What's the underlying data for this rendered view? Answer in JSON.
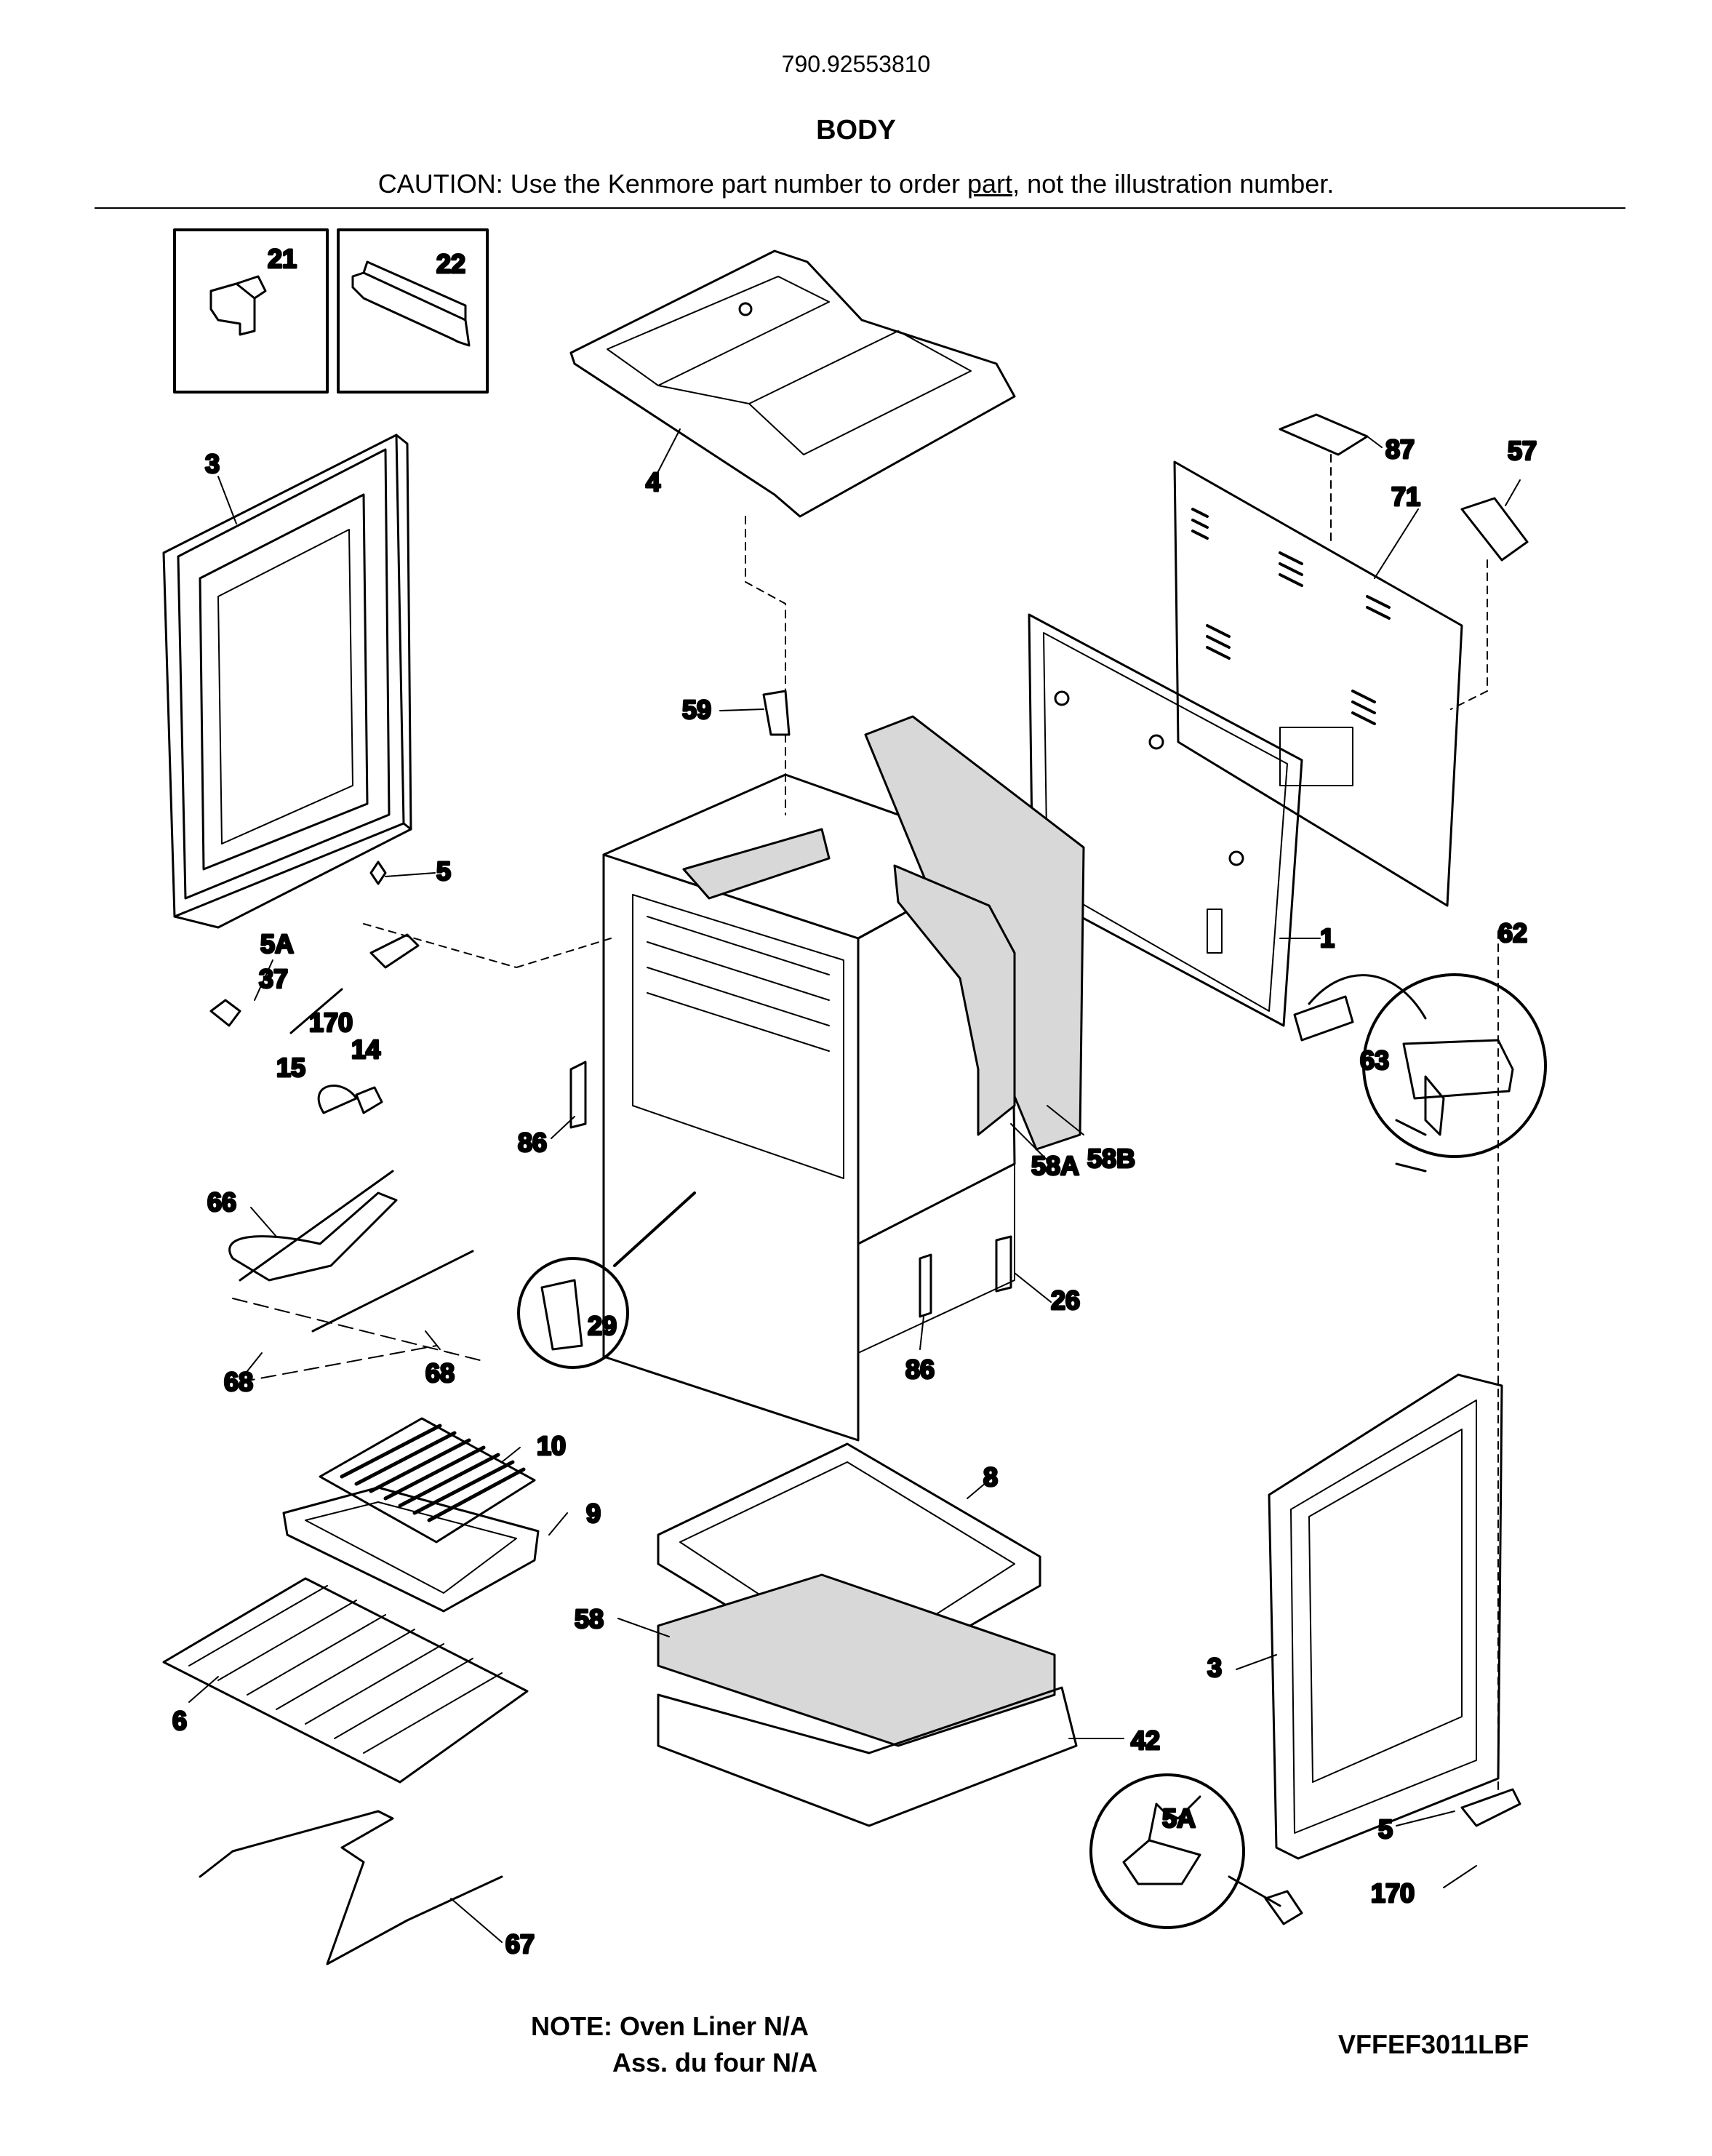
{
  "header": {
    "model_number": "790.92553810",
    "title": "BODY",
    "caution_before": "CAUTION: Use the Kenmore part number to order ",
    "caution_underlined": "part",
    "caution_after": ", not the illustration number."
  },
  "footer": {
    "note_line1": "NOTE: Oven Liner N/A",
    "note_line2": "Ass. du four N/A",
    "diagram_code": "VFFEF3011LBF"
  },
  "callouts": {
    "c21": "21",
    "c22": "22",
    "c3_left": "3",
    "c4": "4",
    "c87": "87",
    "c57": "57",
    "c71": "71",
    "c59": "59",
    "c5_left": "5",
    "c5A_left": "5A",
    "c37": "37",
    "c170_left": "170",
    "c14": "14",
    "c15": "15",
    "c1": "1",
    "c62": "62",
    "c63": "63",
    "c86_left": "86",
    "c58A": "58A",
    "c58B": "58B",
    "c66": "66",
    "c29": "29",
    "c26": "26",
    "c86_bottom": "86",
    "c68_left": "68",
    "c68_right": "68",
    "c10": "10",
    "c9": "9",
    "c8": "8",
    "c58": "58",
    "c6": "6",
    "c42": "42",
    "c3_right": "3",
    "c5A_right": "5A",
    "c5_right": "5",
    "c170_right": "170",
    "c67": "67"
  }
}
